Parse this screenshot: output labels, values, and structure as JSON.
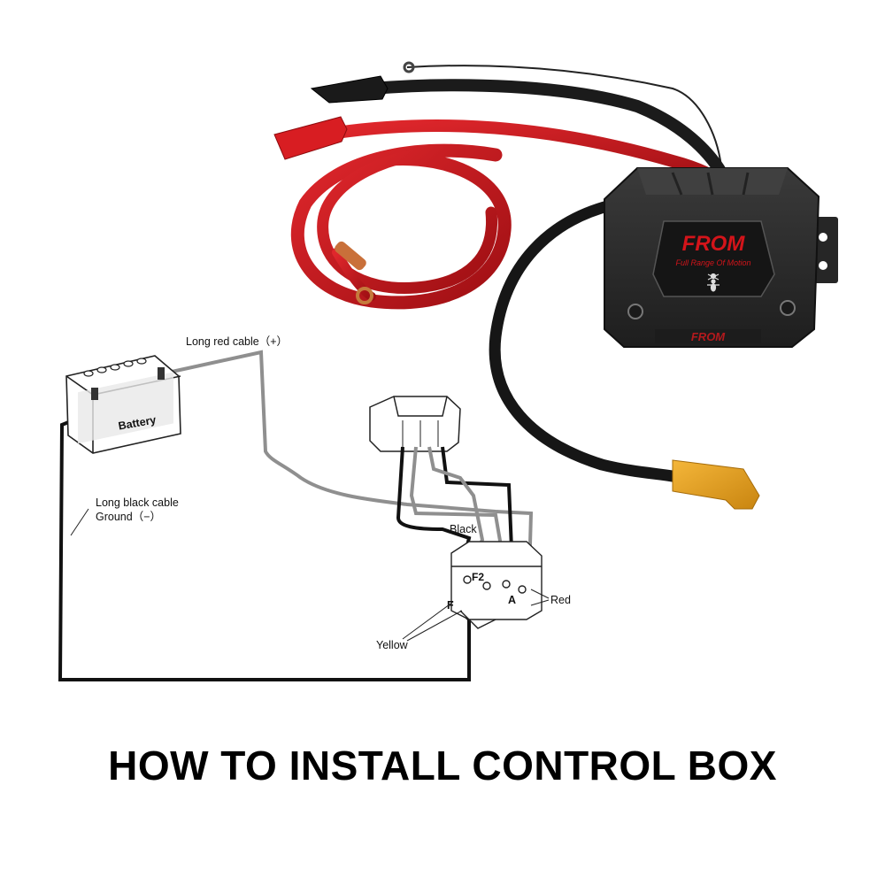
{
  "heading": "HOW TO INSTALL CONTROL BOX",
  "diagram": {
    "battery_label": "Battery",
    "long_red_cable": "Long red cable（+）",
    "long_black_cable": "Long black cable",
    "ground": "Ground（−）",
    "black": "Black",
    "red": "Red",
    "yellow": "Yellow",
    "terminal_f": "F",
    "terminal_a": "A",
    "terminal_f2": "F2"
  },
  "product": {
    "brand": "FROM",
    "tagline": "Full Range Of Motion",
    "bottom_brand": "FROM"
  },
  "colors": {
    "red_cable": "#c8161b",
    "black_cable": "#1a1a1a",
    "yellow_boot": "#e8a21c",
    "box_body": "#2b2b2b",
    "grey_wire": "#8f8f8f"
  }
}
